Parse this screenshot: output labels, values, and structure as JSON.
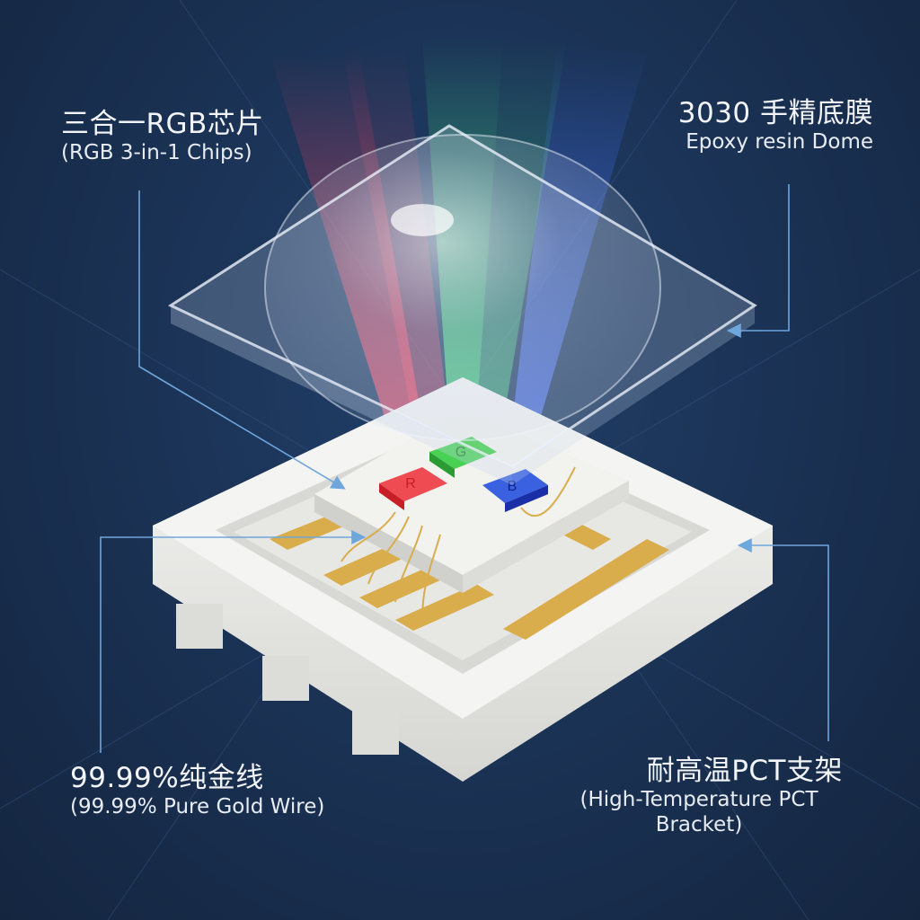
{
  "figure": {
    "subject": "3030 RGB SMD LED exploded view",
    "background_color": "#1b3356",
    "callout_line_color": "#6fa6dc"
  },
  "callouts": {
    "chips": {
      "zh": "三合一RGB芯片",
      "en": "(RGB 3-in-1 Chips)"
    },
    "dome": {
      "zh": "3030 手精底膜",
      "en": "Epoxy resin Dome"
    },
    "wire": {
      "zh": "99.99%纯金线",
      "en": "(99.99% Pure Gold Wire)"
    },
    "bracket": {
      "zh": "耐高温PCT支架",
      "en": "(High-Temperature PCT Bracket)"
    }
  },
  "chips": [
    {
      "letter": "R",
      "color": "#e8333b"
    },
    {
      "letter": "G",
      "color": "#3fc84a"
    },
    {
      "letter": "B",
      "color": "#2f55d8"
    }
  ],
  "colors": {
    "gold": "#d9ac4c",
    "bracket_white": "#eeeeec",
    "beam_red": "#ff3b5c",
    "beam_green": "#3cff7a",
    "beam_blue": "#3a6bff"
  }
}
